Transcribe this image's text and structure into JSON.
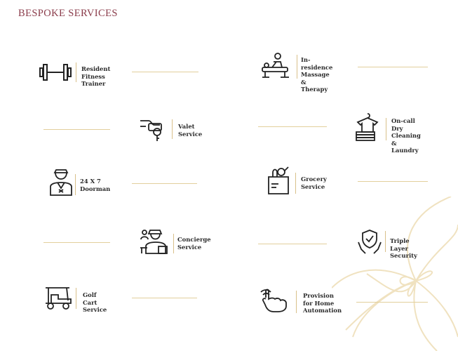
{
  "page": {
    "title": "BESPOKE SERVICES",
    "accent_color": "#8a3b4a",
    "line_color": "#e2cf9c"
  },
  "services": [
    {
      "label": "Resident\nFitness Trainer",
      "icon": "dumbbell-icon"
    },
    {
      "label": "In-residence\nMassage &\nTherapy",
      "icon": "massage-icon"
    },
    {
      "label": "Valet\nService",
      "icon": "valet-key-icon"
    },
    {
      "label": "On-call\nDry Cleaning &\nLaundry",
      "icon": "laundry-icon"
    },
    {
      "label": "24 X 7\nDoorman",
      "icon": "doorman-icon"
    },
    {
      "label": "Grocery\nService",
      "icon": "grocery-bag-icon"
    },
    {
      "label": "Concierge\nService",
      "icon": "concierge-icon"
    },
    {
      "label": "Triple Layer\nSecurity",
      "icon": "security-shield-icon"
    },
    {
      "label": "Golf Cart\nService",
      "icon": "golf-cart-icon"
    },
    {
      "label": "Provision\nfor Home\nAutomation",
      "icon": "home-automation-icon"
    }
  ]
}
